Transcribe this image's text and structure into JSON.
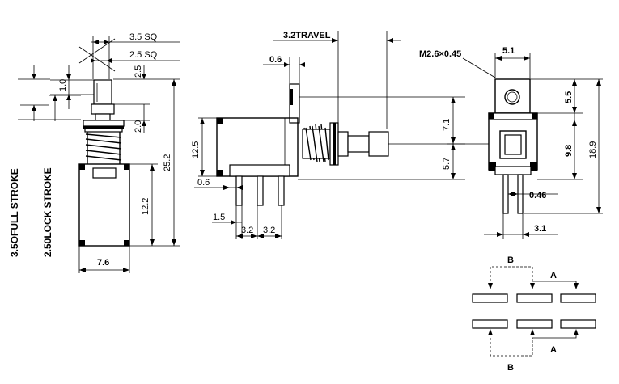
{
  "front_view": {
    "sq_outer": "3.5 SQ",
    "sq_inner": "2.5 SQ",
    "dim_1_0": "1.0",
    "dim_2_5": "2.5",
    "dim_2_0": "2.0",
    "dim_25_2": "25.2",
    "dim_12_2": "12.2",
    "dim_7_6": "7.6",
    "full_stroke": "3.5OFULL STROKE",
    "lock_stroke": "2.50LOCK STROKE"
  },
  "side_view": {
    "travel": "3.2TRAVEL",
    "dim_0_6_top": "0.6",
    "dim_12_5": "12.5",
    "dim_0_6_bottom": "0.6",
    "dim_1_5": "1.5",
    "pitch_1": "3.2",
    "pitch_2": "3.2",
    "dim_7_1": "7.1",
    "dim_5_7": "5.7"
  },
  "end_view": {
    "mount_hole": "M2.6×0.45",
    "dim_5_1": "5.1",
    "dim_5_5": "5.5",
    "dim_9_8": "9.8",
    "dim_18_9": "18.9",
    "dim_0_46": "0.46",
    "dim_3_1": "3.1"
  },
  "schematic": {
    "label_b_top": "B",
    "label_a_top": "A",
    "label_a_bottom": "A",
    "label_b_bottom": "B"
  }
}
